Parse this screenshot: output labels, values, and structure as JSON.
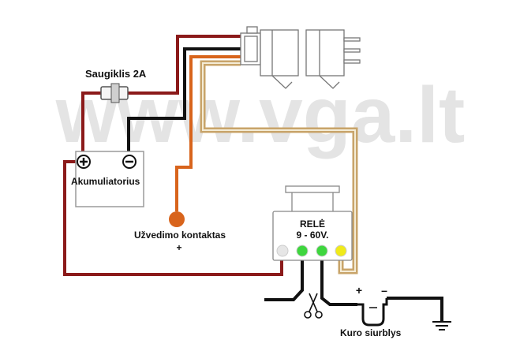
{
  "watermark": {
    "text": "www.vga.lt",
    "color": "#e2e2e2"
  },
  "labels": {
    "fuse": "Saugiklis 2A",
    "battery": "Akumuliatorius",
    "ignition": "Užvedimo kontaktas",
    "ignition_sign": "+",
    "relay_line1": "RELĖ",
    "relay_line2": "9 - 60V.",
    "pump": "Kuro siurblys",
    "pump_plus": "+",
    "pump_minus": "–"
  },
  "wire_colors": {
    "red": "#8b1a1a",
    "black": "#111111",
    "orange": "#d8641c",
    "tan": "#c8a46a"
  },
  "relay_leds": [
    {
      "name": "led-white",
      "color": "#e6e6e6"
    },
    {
      "name": "led-green-1",
      "color": "#3ed63e"
    },
    {
      "name": "led-green-2",
      "color": "#3ed63e"
    },
    {
      "name": "led-yellow",
      "color": "#f0ea1a"
    }
  ],
  "icons": [
    "battery-plus-icon",
    "battery-minus-icon",
    "fuse-icon",
    "switch-connector-icon",
    "scissors-icon",
    "ground-icon",
    "fuel-pump-icon"
  ]
}
